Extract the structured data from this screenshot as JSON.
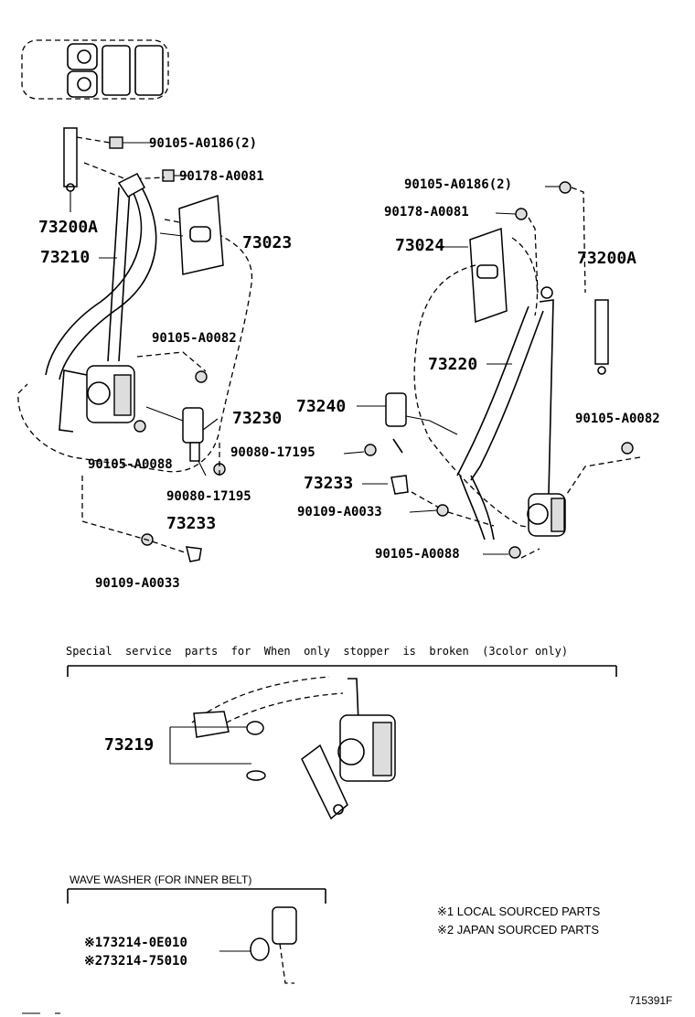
{
  "labels": {
    "p73200a_left": "73200A",
    "p73210": "73210",
    "p90105_a0186_left": "90105-A0186(2)",
    "p90178_a0081_left": "90178-A0081",
    "p73023": "73023",
    "p90105_a0082_left": "90105-A0082",
    "p73230": "73230",
    "p90105_a0088_left": "90105-A0088",
    "p90080_17195_left": "90080-17195",
    "p73233_left": "73233",
    "p90109_a0033_left": "90109-A0033",
    "p90105_a0186_right": "90105-A0186(2)",
    "p90178_a0081_right": "90178-A0081",
    "p73024": "73024",
    "p73200a_right": "73200A",
    "p73220": "73220",
    "p73240": "73240",
    "p90080_17195_right": "90080-17195",
    "p73233_right": "73233",
    "p90109_a0033_right": "90109-A0033",
    "p90105_a0082_right": "90105-A0082",
    "p90105_a0088_right": "90105-A0088",
    "p73219": "73219"
  },
  "special_section": {
    "caption": "Special  service  parts  for  When  only  stopper  is  broken  (3color only)"
  },
  "washer_section": {
    "title": "WAVE WASHER (FOR INNER BELT)",
    "part1": "※173214-0E010",
    "part2": "※273214-75010"
  },
  "notes": {
    "note1": "※1 LOCAL SOURCED PARTS",
    "note2": "※2 JAPAN SOURCED PARTS"
  },
  "footer": {
    "figure_id": "715391F"
  }
}
